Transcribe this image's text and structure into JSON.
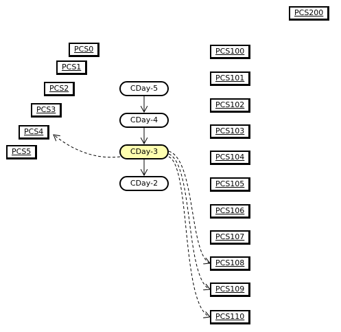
{
  "nodes": {
    "pcs_left": [
      "PCS0",
      "PCS1",
      "PCS2",
      "PCS3",
      "PCS4",
      "PCS5"
    ],
    "pcs_right": [
      "PCS100",
      "PCS101",
      "PCS102",
      "PCS103",
      "PCS104",
      "PCS105",
      "PCS106",
      "PCS107",
      "PCS108",
      "PCS109",
      "PCS110"
    ],
    "pcs_top": "PCS200",
    "cday": [
      "CDay-5",
      "CDay-4",
      "CDay-3",
      "CDay-2"
    ],
    "cday_current": "CDay-3"
  },
  "colors": {
    "highlight_fill": "#ffffb0",
    "node_border": "#000000",
    "edge": "#000000"
  },
  "edges": [
    {
      "from": "CDay-5",
      "to": "CDay-4",
      "style": "solid"
    },
    {
      "from": "CDay-4",
      "to": "CDay-3",
      "style": "solid"
    },
    {
      "from": "CDay-3",
      "to": "CDay-2",
      "style": "solid"
    },
    {
      "from": "CDay-3",
      "to": "PCS4",
      "style": "dashed"
    },
    {
      "from": "CDay-3",
      "to": "PCS108",
      "style": "dashed"
    },
    {
      "from": "CDay-3",
      "to": "PCS109",
      "style": "dashed"
    },
    {
      "from": "CDay-3",
      "to": "PCS110",
      "style": "dashed"
    }
  ]
}
